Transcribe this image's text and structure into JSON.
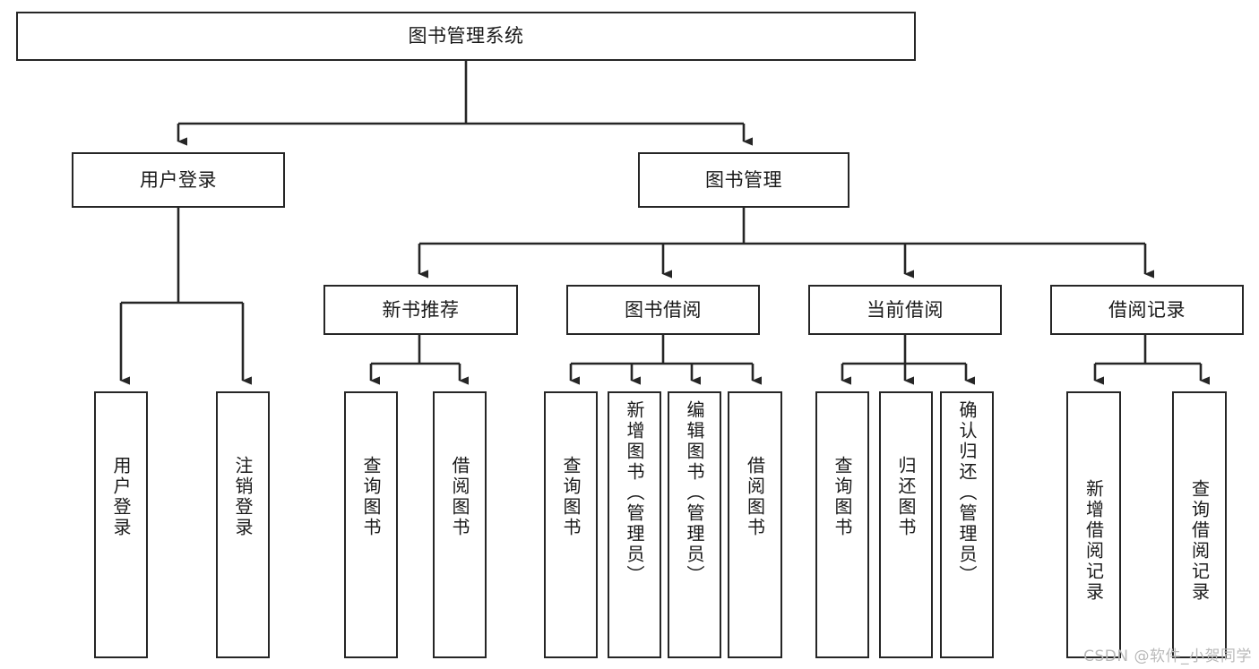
{
  "diagram": {
    "type": "tree-hierarchy",
    "title": "图书管理系统",
    "watermark": "CSDN @软件_小贺同学",
    "colors": {
      "box_border": "#262626",
      "box_fill": "#ffffff",
      "connector": "#262626",
      "text": "#1a1a1a",
      "watermark": "#b9b9b9"
    },
    "levels": {
      "root": {
        "label": "图书管理系统"
      },
      "level2": [
        {
          "label": "用户登录"
        },
        {
          "label": "图书管理"
        }
      ],
      "level3": [
        {
          "label": "新书推荐"
        },
        {
          "label": "图书借阅"
        },
        {
          "label": "当前借阅"
        },
        {
          "label": "借阅记录"
        }
      ],
      "leaves": {
        "user_login": [
          {
            "label": "用户登录"
          },
          {
            "label": "注销登录"
          }
        ],
        "new_book_recommend": [
          {
            "label": "查询图书"
          },
          {
            "label": "借阅图书"
          }
        ],
        "book_borrow": [
          {
            "label": "查询图书"
          },
          {
            "label": "新增图书（管理员）"
          },
          {
            "label": "编辑图书（管理员）"
          },
          {
            "label": "借阅图书"
          }
        ],
        "current_borrow": [
          {
            "label": "查询图书"
          },
          {
            "label": "归还图书"
          },
          {
            "label": "确认归还（管理员）"
          }
        ],
        "borrow_record": [
          {
            "label": "新增借阅记录"
          },
          {
            "label": "查询借阅记录"
          }
        ]
      }
    }
  }
}
